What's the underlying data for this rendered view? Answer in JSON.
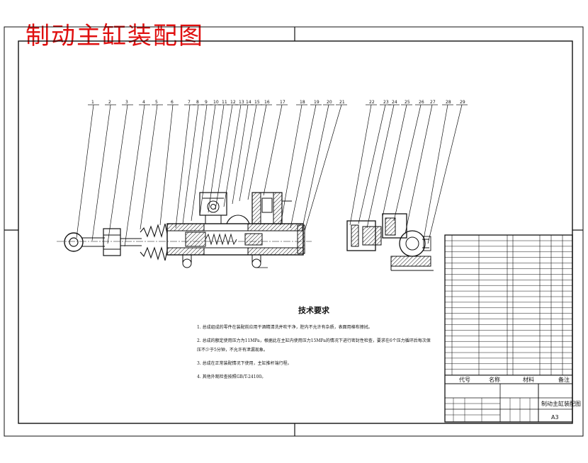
{
  "title": "制动主缸装配图",
  "requirements": {
    "heading": "技术要求",
    "items": [
      "1. 总成组成的零件在装配前应用干酒精清洗并吹干净，腔内不允许有杂质，表面用棉布擦拭。",
      "2. 总成的额定使用压力为11MPa，根据此在主缸内使用压力15MPa的情况下进行密封性检查，要求在6个压力循环后每次保压不少于5分钟，不允许有泄漏现象。",
      "3. 总成在正常装配情况下使用，主缸推杆端行程。",
      "4. 其他外观检查按照GB/T-24100。"
    ]
  },
  "balloons": {
    "left": [
      "1",
      "2",
      "3",
      "4",
      "5",
      "6",
      "7",
      "8",
      "9",
      "10",
      "11",
      "12",
      "13",
      "14",
      "15",
      "16",
      "17",
      "18",
      "19",
      "20",
      "21"
    ],
    "right": [
      "22",
      "23",
      "24",
      "25",
      "26",
      "27",
      "28",
      "29"
    ]
  },
  "title_block": {
    "drawing_name": "制动主缸装配图",
    "sheet_size": "A3",
    "header_code": "代号",
    "header_name": "名称",
    "header_material": "材料",
    "header_remark": "备注"
  }
}
